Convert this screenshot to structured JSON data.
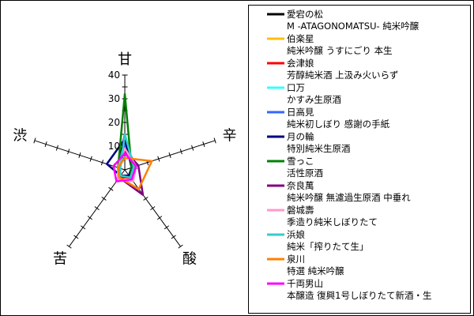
{
  "chart_data": {
    "type": "radar",
    "categories": [
      "甘",
      "辛",
      "酸",
      "苦",
      "渋"
    ],
    "r_ticks": [
      10,
      20,
      30,
      40
    ],
    "rlim": [
      0,
      40
    ],
    "legend_position": "right",
    "series": [
      {
        "name": "愛宕の松",
        "subtitle": "M -ATAGONOMATSU- 純米吟醸",
        "color": "#000000",
        "values": [
          15,
          3,
          3,
          3,
          3
        ]
      },
      {
        "name": "伯楽星",
        "subtitle": "純米吟醸 うすにごり 本生",
        "color": "#ffc000",
        "values": [
          10,
          4,
          3,
          3,
          3
        ]
      },
      {
        "name": "会津娘",
        "subtitle": "芳醇純米酒 上汲み火いらず",
        "color": "#ff0000",
        "values": [
          9,
          5,
          4,
          4,
          3
        ]
      },
      {
        "name": "口万",
        "subtitle": "かすみ生原酒",
        "color": "#33ffff",
        "values": [
          12,
          4,
          3,
          3,
          3
        ]
      },
      {
        "name": "日高見",
        "subtitle": "純米初しぼり 感謝の手紙",
        "color": "#3366ff",
        "values": [
          11,
          5,
          3,
          3,
          3
        ]
      },
      {
        "name": "月の輪",
        "subtitle": "特別純米生原酒",
        "color": "#000080",
        "values": [
          13,
          3,
          3,
          3,
          8
        ]
      },
      {
        "name": "雪っこ",
        "subtitle": "活性原酒",
        "color": "#008000",
        "values": [
          32,
          3,
          4,
          3,
          3
        ]
      },
      {
        "name": "奈良萬",
        "subtitle": "純米吟醸 無濾過生原酒 中垂れ",
        "color": "#800080",
        "values": [
          8,
          6,
          13,
          4,
          3
        ]
      },
      {
        "name": "磐城壽",
        "subtitle": "季造り純米しぼりたて",
        "color": "#ff99cc",
        "values": [
          9,
          5,
          6,
          5,
          3
        ]
      },
      {
        "name": "浜娘",
        "subtitle": "純米「搾りたて生」",
        "color": "#33cccc",
        "values": [
          15,
          4,
          4,
          3,
          2
        ]
      },
      {
        "name": "泉川",
        "subtitle": "特選 純米吟醸",
        "color": "#ff8000",
        "values": [
          5,
          12,
          10,
          4,
          3
        ]
      },
      {
        "name": "千両男山",
        "subtitle": "本醸造 復興1号しぼりたて新酒・生",
        "color": "#ff00ff",
        "values": [
          7,
          5,
          5,
          6,
          5
        ]
      }
    ]
  }
}
